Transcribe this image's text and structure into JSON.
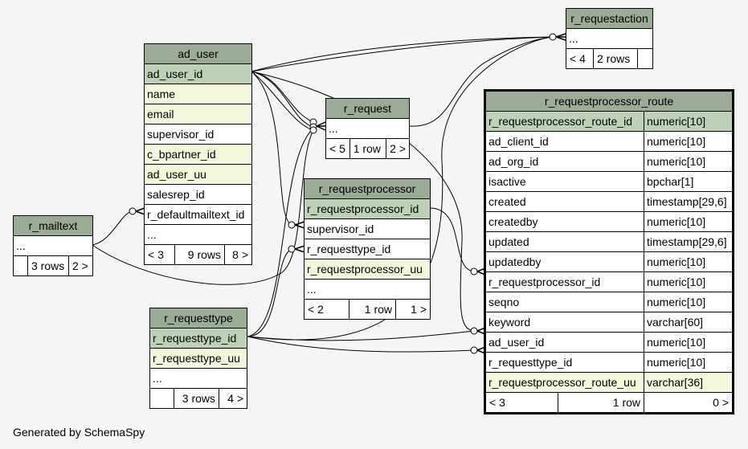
{
  "tables": {
    "r_requestaction": {
      "name": "r_requestaction",
      "rows": [
        "..."
      ],
      "footer": [
        "< 4",
        "2 rows",
        ""
      ]
    },
    "ad_user": {
      "name": "ad_user",
      "rows": [
        "ad_user_id",
        "name",
        "email",
        "supervisor_id",
        "c_bpartner_id",
        "ad_user_uu",
        "salesrep_id",
        "r_defaultmailtext_id",
        "..."
      ],
      "footer": [
        "< 3",
        "9 rows",
        "8 >"
      ]
    },
    "r_request": {
      "name": "r_request",
      "rows": [
        "..."
      ],
      "footer": [
        "< 5",
        "1 row",
        "2 >"
      ]
    },
    "r_requestprocessor": {
      "name": "r_requestprocessor",
      "rows": [
        "r_requestprocessor_id",
        "supervisor_id",
        "r_requesttype_id",
        "r_requestprocessor_uu",
        "..."
      ],
      "footer": [
        "< 2",
        "1 row",
        "1 >"
      ]
    },
    "r_mailtext": {
      "name": "r_mailtext",
      "rows": [
        "..."
      ],
      "footer": [
        "",
        "3 rows",
        "2 >"
      ]
    },
    "r_requesttype": {
      "name": "r_requesttype",
      "rows": [
        "r_requesttype_id",
        "r_requesttype_uu",
        "..."
      ],
      "footer": [
        "",
        "3 rows",
        "4 >"
      ]
    },
    "r_requestprocessor_route": {
      "name": "r_requestprocessor_route",
      "columns": [
        {
          "name": "r_requestprocessor_route_id",
          "type": "numeric[10]"
        },
        {
          "name": "ad_client_id",
          "type": "numeric[10]"
        },
        {
          "name": "ad_org_id",
          "type": "numeric[10]"
        },
        {
          "name": "isactive",
          "type": "bpchar[1]"
        },
        {
          "name": "created",
          "type": "timestamp[29,6]"
        },
        {
          "name": "createdby",
          "type": "numeric[10]"
        },
        {
          "name": "updated",
          "type": "timestamp[29,6]"
        },
        {
          "name": "updatedby",
          "type": "numeric[10]"
        },
        {
          "name": "r_requestprocessor_id",
          "type": "numeric[10]"
        },
        {
          "name": "seqno",
          "type": "numeric[10]"
        },
        {
          "name": "keyword",
          "type": "varchar[60]"
        },
        {
          "name": "ad_user_id",
          "type": "numeric[10]"
        },
        {
          "name": "r_requesttype_id",
          "type": "numeric[10]"
        },
        {
          "name": "r_requestprocessor_route_uu",
          "type": "varchar[36]"
        }
      ],
      "footer": [
        "< 3",
        "1 row",
        "0 >"
      ]
    }
  },
  "colors": {
    "header": "#9bab96",
    "primary_key": "#bed1b8",
    "indexed": "#f4f7da",
    "background": "#f5f5f5"
  },
  "footer_note": "Generated by SchemaSpy"
}
